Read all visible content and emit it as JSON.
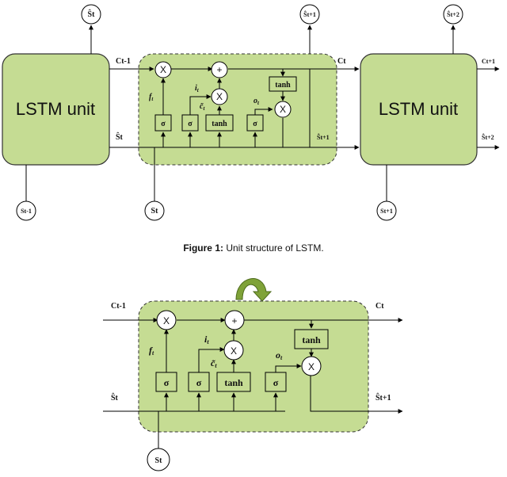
{
  "colors": {
    "block": "#c5dc93",
    "block_stroke": "#333333",
    "line": "#000000"
  },
  "figure1": {
    "left_unit_label": "LSTM unit",
    "right_unit_label": "LSTM unit",
    "top_outputs": [
      "Ŝt",
      "Ŝt+1",
      "Ŝt+2"
    ],
    "bottom_inputs": [
      "St-1",
      "St",
      "St+1"
    ],
    "c_prev": "Ct-1",
    "c_curr": "Ct",
    "c_next": "Ct+1",
    "h_prev": "Ŝt",
    "h_curr": "Ŝt+1",
    "h_next": "Ŝt+2",
    "gate_sigma": "σ",
    "gate_tanh": "tanh",
    "op_mult": "X",
    "op_add": "+",
    "f_label": "f",
    "f_sub": "t",
    "i_label": "i",
    "i_sub": "t",
    "o_label": "o",
    "o_sub": "t",
    "c_tilde_label": "c̃",
    "c_tilde_sub": "t"
  },
  "caption": {
    "prefix": "Figure 1:",
    "text": " Unit structure of LSTM."
  },
  "figure2": {
    "c_prev": "Ct-1",
    "c_curr": "Ct",
    "h_prev": "Ŝt",
    "h_curr": "Ŝt+1",
    "input": "St",
    "gate_sigma": "σ",
    "gate_tanh": "tanh",
    "op_mult": "X",
    "op_add": "+",
    "f_label": "f",
    "f_sub": "t",
    "i_label": "i",
    "i_sub": "t",
    "o_label": "o",
    "o_sub": "t",
    "c_tilde_label": "c̃",
    "c_tilde_sub": "t"
  }
}
